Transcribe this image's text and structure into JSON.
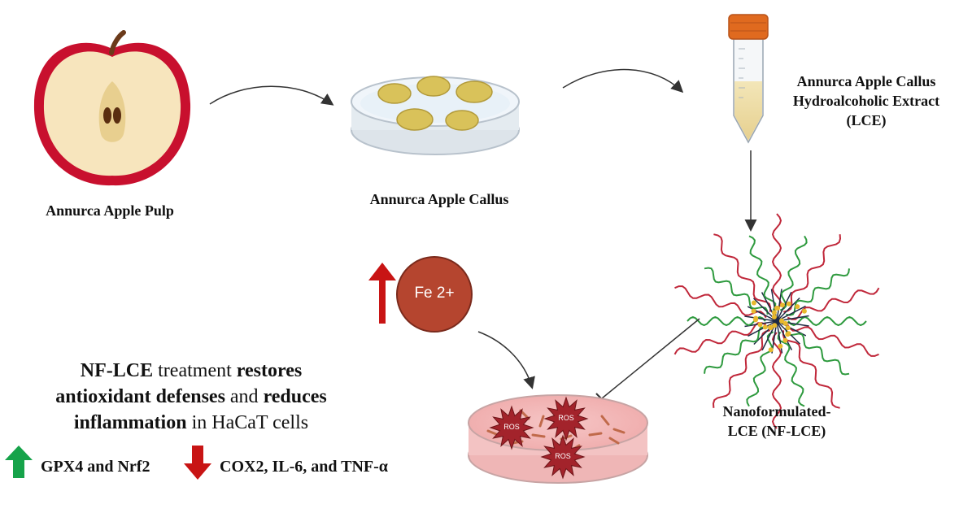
{
  "labels": {
    "pulp": "Annurca Apple Pulp",
    "callus": "Annurca Apple Callus",
    "extract": [
      "Annurca Apple Callus",
      "Hydroalcoholic Extract",
      "(LCE)"
    ],
    "nanoformulated": [
      "Nanoformulated-",
      "LCE (NF-LCE)"
    ]
  },
  "summary": {
    "line1": [
      {
        "text": "NF-LCE",
        "bold": true
      },
      {
        "text": " treatment ",
        "bold": false
      },
      {
        "text": "restores",
        "bold": true
      }
    ],
    "line2": [
      {
        "text": "antioxidant defenses",
        "bold": true
      },
      {
        "text": " and ",
        "bold": false
      },
      {
        "text": "reduces",
        "bold": true
      }
    ],
    "line3": [
      {
        "text": "inflammation",
        "bold": true
      },
      {
        "text": " in HaCaT cells",
        "bold": false
      }
    ]
  },
  "upregulated": "GPX4 and Nrf2",
  "downregulated": "COX2, IL-6, and TNF-α",
  "iron": "Fe 2+",
  "ros_label": "ROS",
  "colors": {
    "up_arrow": "#16a34a",
    "down_arrow": "#c81414",
    "iron_circle": "#b5452f",
    "ros_star": "#a3232b",
    "apple_skin": "#c8102e",
    "tube_cap": "#e06a1f"
  }
}
